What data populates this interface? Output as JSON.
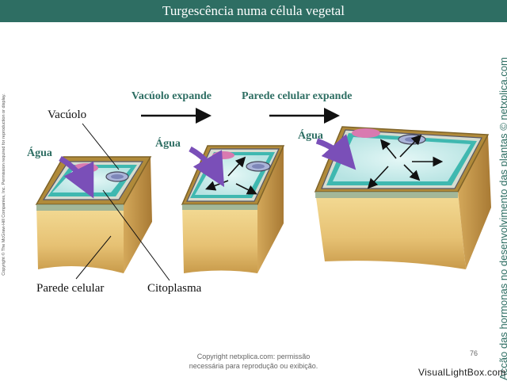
{
  "header": {
    "title": "Turgescência numa célula vegetal"
  },
  "side_copyright": "Copyright © The McGraw-Hill Companies, Inc. Permission required for reproduction or display.",
  "right_caption": "Acção das hormonas no desenvolvimento das plantas © netxplica.com",
  "stages": {
    "stage1": "Vacúolo expande",
    "stage2": "Parede celular expande"
  },
  "labels": {
    "vacuolo": "Vacúolo",
    "agua1": "Água",
    "agua2": "Água",
    "agua3": "Água",
    "parede": "Parede celular",
    "citoplasma": "Citoplasma"
  },
  "footer": {
    "line1": "Copyright netxplica.com: permissão",
    "line2": "necessária para reprodução ou exibição.",
    "page": "76"
  },
  "watermark": "VisualLightBox.com",
  "colors": {
    "header_bg": "#2e6e63",
    "wall": "#e8c878",
    "vacuole": "#c8ecec",
    "cytoplasm": "#3fb8b0",
    "water_arrow": "#7a4fb8"
  }
}
